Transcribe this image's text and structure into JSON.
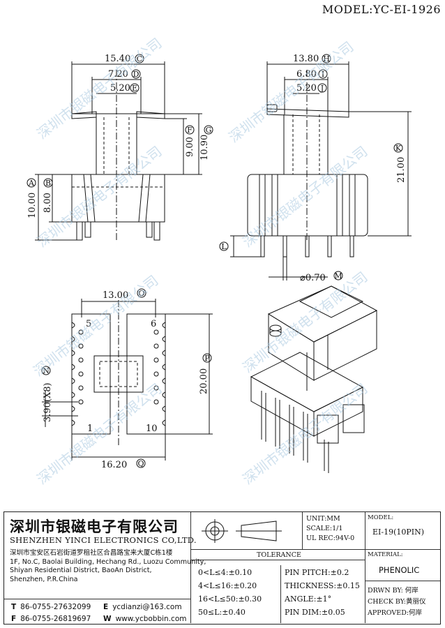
{
  "model_title": "MODEL:YC-EI-1926",
  "watermark": "深圳市银磁电子有限公司",
  "dimensions": {
    "c": "15.40",
    "d": "7.20",
    "e": "5.20",
    "f": "9.00",
    "g": "10.90",
    "a": "10.00",
    "b": "8.00",
    "h": "13.80",
    "i": "6.80",
    "j": "5.20",
    "k": "21.00",
    "m": "⌀0.70",
    "o": "13.00",
    "p": "20.00",
    "q": "16.20",
    "n": "3.90(X8)"
  },
  "circle_labels": {
    "a": "A",
    "b": "B",
    "c": "C",
    "d": "D",
    "e": "E",
    "f": "F",
    "g": "G",
    "h": "H",
    "i": "I",
    "j": "J",
    "k": "K",
    "l": "L",
    "m": "M",
    "n": "N",
    "o": "O",
    "p": "P",
    "q": "Q"
  },
  "pin_labels": {
    "p5": "5",
    "p6": "6",
    "p1": "1",
    "p10": "10"
  },
  "company": {
    "name_cn": "深圳市银磁电子有限公司",
    "name_en": "SHENZHEN YINCI ELECTRONICS CO,LTD.",
    "address_lines": [
      "深圳市宝安区石岩街道罗租社区合昌路宝来大厦C栋1楼",
      "1F, No.C, Baolai Building, Hechang Rd., Luozu Community,",
      "Shiyan Residential District, BaoAn District,",
      "Shenzhen, P.R.China"
    ],
    "tel_label": "T",
    "tel": "86-0755-27632099",
    "fax_label": "F",
    "fax": "86-0755-26819697",
    "email_label": "E",
    "email": "ycdianzi@163.com",
    "web_label": "W",
    "web": "www.ycbobbin.com"
  },
  "specs": {
    "unit": "UNIT:MM",
    "scale": "SCALE:1/1",
    "ul": "UL REC:94V-0"
  },
  "tolerance": {
    "title": "TOLERANCE",
    "left": [
      "0<L≤4:±0.10",
      "4<L≤16:±0.20",
      "16<L≤50:±0.30",
      "50≤L:±0.40"
    ],
    "right": [
      "PIN PITCH:±0.2",
      "THICKNESS:±0.15",
      "ANGLE:±1°",
      "PIN DIM:±0.05"
    ]
  },
  "model": {
    "label": "MODEL:",
    "value": "EI-19(10PIN)"
  },
  "material": {
    "label": "MATERIAL:",
    "value": "PHENOLIC"
  },
  "signoff": {
    "drawn": "DRWN BY: 何岸",
    "check": "CHECK BY:黄丽仪",
    "approved": "APPROVED:何岸"
  }
}
